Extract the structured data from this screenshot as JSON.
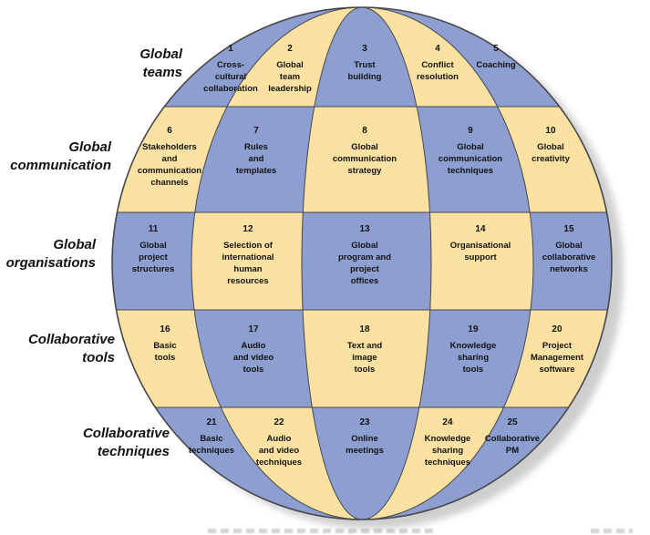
{
  "figure": {
    "title_semantic": "Globe diagram of 25 global collaboration topics",
    "colors": {
      "blue": "#8D9FD0",
      "yellow": "#FBE2A3",
      "line": "#47474B",
      "text": "#121212",
      "shadow": "#C6C6C6"
    },
    "rows": [
      {
        "label_lines": [
          "Global",
          "teams"
        ],
        "cells": [
          {
            "number": "1",
            "lines": [
              "Cross-",
              "cultural",
              "collaboration"
            ]
          },
          {
            "number": "2",
            "lines": [
              "Global",
              "team",
              "leadership"
            ]
          },
          {
            "number": "3",
            "lines": [
              "Trust",
              "building"
            ]
          },
          {
            "number": "4",
            "lines": [
              "Conflict",
              "resolution"
            ]
          },
          {
            "number": "5",
            "lines": [
              "Coaching"
            ]
          }
        ]
      },
      {
        "label_lines": [
          "Global",
          "communication"
        ],
        "cells": [
          {
            "number": "6",
            "lines": [
              "Stakeholders",
              "and",
              "communication",
              "channels"
            ]
          },
          {
            "number": "7",
            "lines": [
              "Rules",
              "and",
              "templates"
            ]
          },
          {
            "number": "8",
            "lines": [
              "Global",
              "communication",
              "strategy"
            ]
          },
          {
            "number": "9",
            "lines": [
              "Global",
              "communication",
              "techniques"
            ]
          },
          {
            "number": "10",
            "lines": [
              "Global",
              "creativity"
            ]
          }
        ]
      },
      {
        "label_lines": [
          "Global",
          "organisations"
        ],
        "cells": [
          {
            "number": "11",
            "lines": [
              "Global",
              "project",
              "structures"
            ]
          },
          {
            "number": "12",
            "lines": [
              "Selection of",
              "international",
              "human",
              "resources"
            ]
          },
          {
            "number": "13",
            "lines": [
              "Global",
              "program and",
              "project",
              "offices"
            ]
          },
          {
            "number": "14",
            "lines": [
              "Organisational",
              "support"
            ]
          },
          {
            "number": "15",
            "lines": [
              "Global",
              "collaborative",
              "networks"
            ]
          }
        ]
      },
      {
        "label_lines": [
          "Collaborative",
          "tools"
        ],
        "cells": [
          {
            "number": "16",
            "lines": [
              "Basic",
              "tools"
            ]
          },
          {
            "number": "17",
            "lines": [
              "Audio",
              "and video",
              "tools"
            ]
          },
          {
            "number": "18",
            "lines": [
              "Text and",
              "image",
              "tools"
            ]
          },
          {
            "number": "19",
            "lines": [
              "Knowledge",
              "sharing",
              "tools"
            ]
          },
          {
            "number": "20",
            "lines": [
              "Project",
              "Management",
              "software"
            ]
          }
        ]
      },
      {
        "label_lines": [
          "Collaborative",
          "techniques"
        ],
        "cells": [
          {
            "number": "21",
            "lines": [
              "Basic",
              "techniques"
            ]
          },
          {
            "number": "22",
            "lines": [
              "Audio",
              "and video",
              "techniques"
            ]
          },
          {
            "number": "23",
            "lines": [
              "Online",
              "meetings"
            ]
          },
          {
            "number": "24",
            "lines": [
              "Knowledge",
              "sharing",
              "techniques"
            ]
          },
          {
            "number": "25",
            "lines": [
              "Collaborative",
              "PM"
            ]
          }
        ]
      }
    ]
  }
}
